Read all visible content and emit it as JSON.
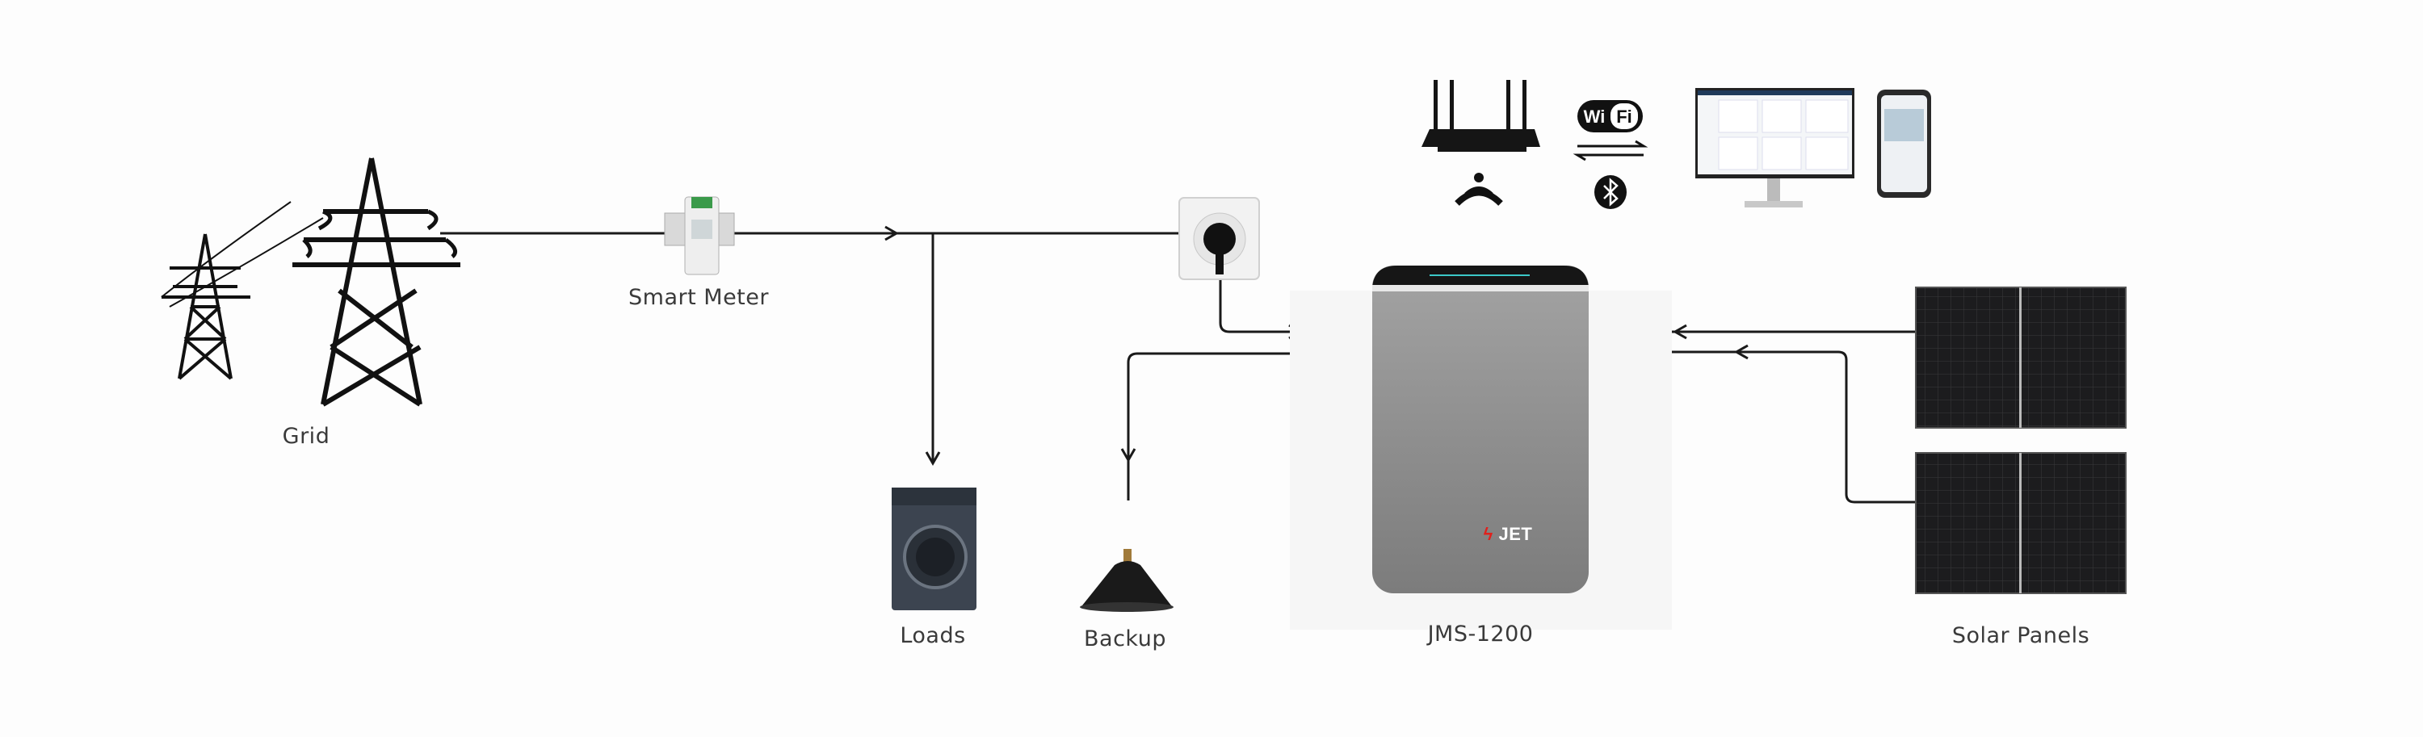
{
  "labels": {
    "grid": "Grid",
    "smart_meter": "Smart Meter",
    "loads": "Loads",
    "backup": "Backup",
    "battery": "JMS-1200",
    "solar": "Solar Panels"
  },
  "battery_brand": "JET",
  "wifi_badge": {
    "left": "Wi",
    "right": "Fi"
  },
  "icons": [
    "transmission-tower-icon",
    "smart-meter-icon",
    "wall-socket-icon",
    "washing-machine-icon",
    "pendant-lamp-icon",
    "battery-unit-icon",
    "solar-panel-icon",
    "router-icon",
    "wifi-signal-icon",
    "wifi-badge-icon",
    "exchange-arrows-icon",
    "bluetooth-icon",
    "monitor-icon",
    "smartphone-icon"
  ],
  "colors": {
    "line": "#1a1a1a",
    "battery_body": "#8c8c8c",
    "brand_red": "#e0201c",
    "panel": "#1c1c1e"
  }
}
